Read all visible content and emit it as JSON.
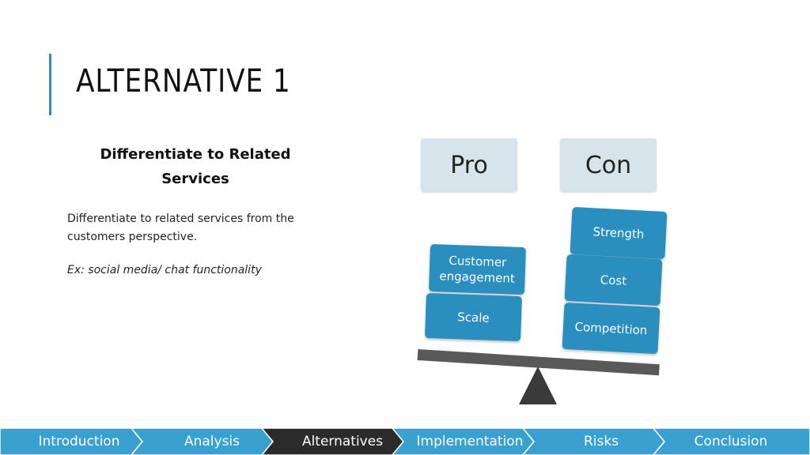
{
  "slide": {
    "title": "ALTERNATIVE 1",
    "subheading": "Differentiate to Related Services",
    "body": "Differentiate to related services from the customers perspective.",
    "example": "Ex: social media/ chat functionality"
  },
  "scale": {
    "pro_label": "Pro",
    "con_label": "Con",
    "pro_items": [
      "Customer engagement",
      "Scale"
    ],
    "con_items": [
      "Strength",
      "Cost",
      "Competition"
    ]
  },
  "nav": {
    "items": [
      "Introduction",
      "Analysis",
      "Alternatives",
      "Implementation",
      "Risks",
      "Conclusion"
    ],
    "active_index": 2
  },
  "colors": {
    "accent": "#2e8fb5",
    "block": "#2a8fbf",
    "header_box": "#d7e4ec",
    "nav_default": "#3aa0d0",
    "nav_active": "#2b2b2b"
  },
  "icons": {
    "fulcrum": "triangle"
  }
}
